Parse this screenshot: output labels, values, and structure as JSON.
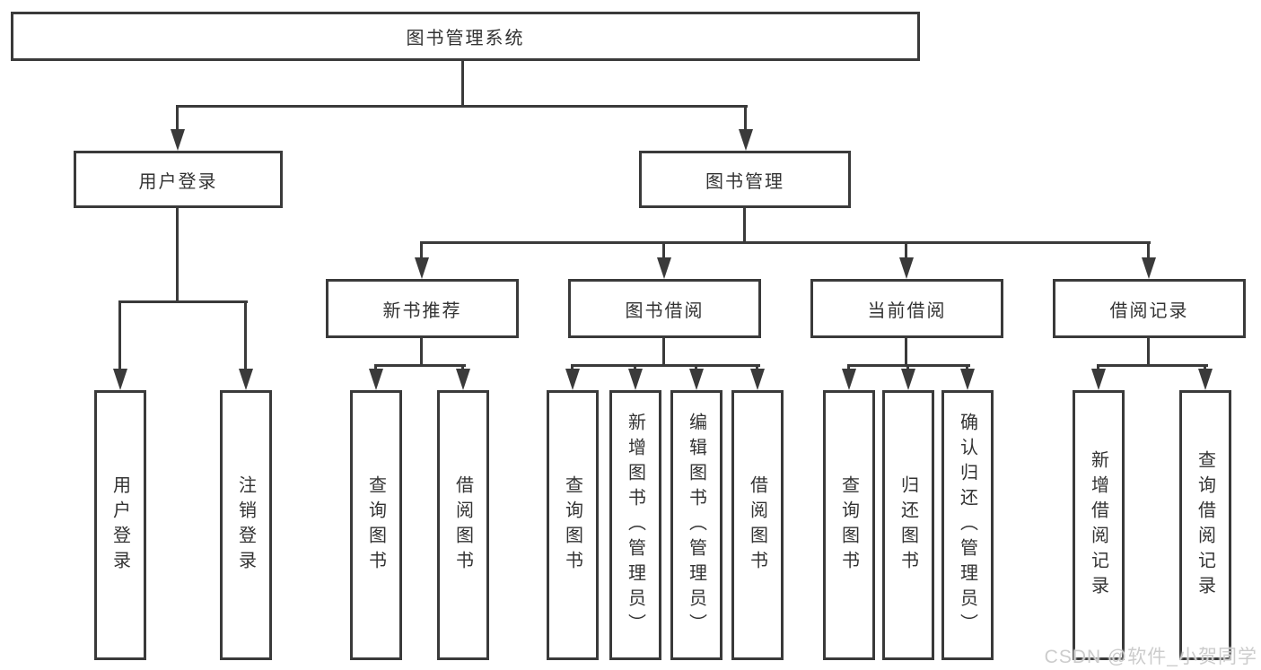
{
  "root": {
    "label": "图书管理系统"
  },
  "level1": {
    "user_login": {
      "label": "用户登录"
    },
    "book_management": {
      "label": "图书管理"
    }
  },
  "level2": {
    "new_book_recommend": {
      "label": "新书推荐"
    },
    "book_borrow": {
      "label": "图书借阅"
    },
    "current_borrow": {
      "label": "当前借阅"
    },
    "borrow_record": {
      "label": "借阅记录"
    }
  },
  "leaves": {
    "user_login": {
      "label": "用户登录"
    },
    "logout": {
      "label": "注销登录"
    },
    "recommend_query_book": {
      "label": "查询图书"
    },
    "recommend_borrow_book": {
      "label": "借阅图书"
    },
    "borrow_query_book": {
      "label": "查询图书"
    },
    "borrow_add_book_admin": {
      "label": "新增图书（管理员）"
    },
    "borrow_edit_book_admin": {
      "label": "编辑图书（管理员）"
    },
    "borrow_borrow_book": {
      "label": "借阅图书"
    },
    "current_query_book": {
      "label": "查询图书"
    },
    "current_return_book": {
      "label": "归还图书"
    },
    "current_confirm_return_admin": {
      "label": "确认归还（管理员）"
    },
    "record_add_borrow_record": {
      "label": "新增借阅记录"
    },
    "record_query_borrow_record": {
      "label": "查询借阅记录"
    }
  },
  "watermark": {
    "label": "CSDN @软件_小贺同学"
  },
  "colors": {
    "line": "#3a3a3a",
    "text": "#333333",
    "background": "#ffffff",
    "watermark": "#cccccc"
  }
}
